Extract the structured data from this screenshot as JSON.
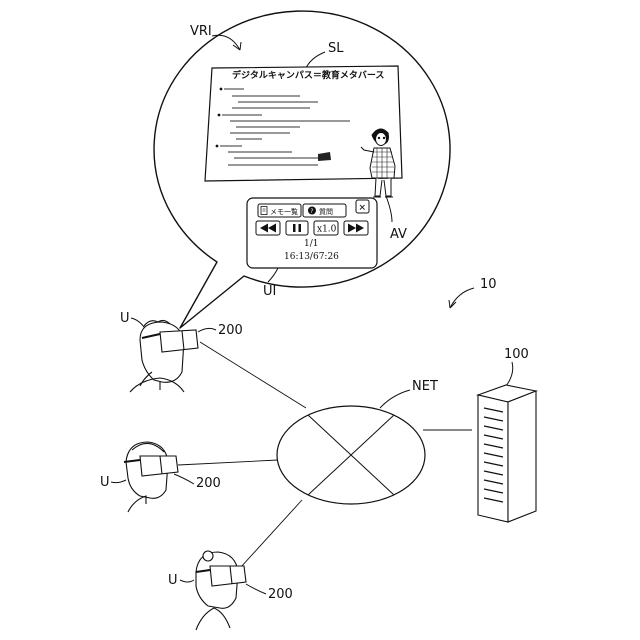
{
  "labels": {
    "vri": "VRI",
    "sl": "SL",
    "av": "AV",
    "ui": "UI",
    "system": "10",
    "server": "100",
    "net": "NET",
    "user": "U",
    "hmd": "200"
  },
  "slide": {
    "title": "デジタルキャンパス＝教育メタバース"
  },
  "ui_panel": {
    "memo_label": "メモ一覧",
    "question_label": "質問",
    "close_symbol": "✕",
    "speed_label": "x1.0",
    "page_counter": "1/1",
    "time_readout": "16:13/67:26"
  }
}
